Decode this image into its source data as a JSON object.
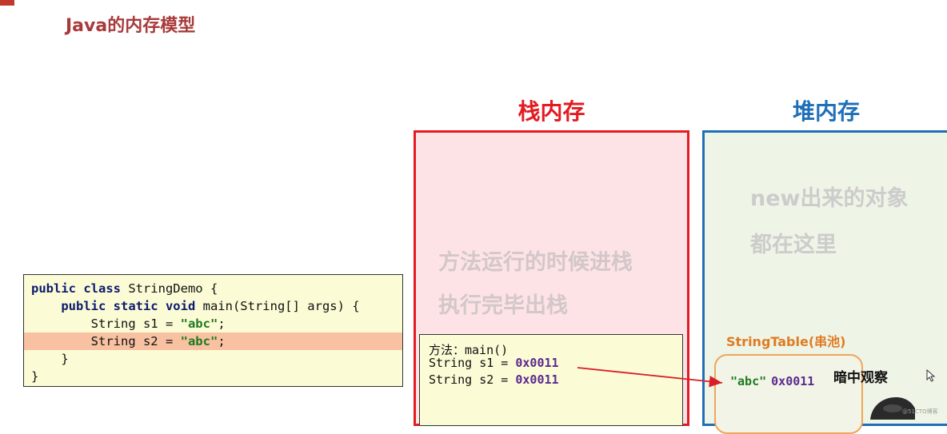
{
  "slide": {
    "title": "Java的内存模型"
  },
  "code": {
    "lines": [
      {
        "kw": "public class",
        "rest": " StringDemo {",
        "indent": ""
      },
      {
        "kw": "public static void",
        "rest": " main(String[] args) {",
        "indent": "    "
      },
      {
        "pre": "String s1 = ",
        "str": "\"abc\"",
        "post": ";",
        "indent": "        "
      },
      {
        "pre": "String s2 = ",
        "str": "\"abc\"",
        "post": ";",
        "indent": "        "
      },
      {
        "text": "}",
        "indent": "    "
      },
      {
        "text": "}",
        "indent": ""
      }
    ]
  },
  "stack": {
    "title": "栈内存",
    "desc_line1": "方法运行的时候进栈",
    "desc_line2": "执行完毕出栈",
    "method": {
      "header": "方法：main()",
      "s1_prefix": "String s1 = ",
      "s1_addr": "0x0011",
      "s2_prefix": "String s2 = ",
      "s2_addr": "0x0011"
    }
  },
  "heap": {
    "title": "堆内存",
    "desc_line1": "new出来的对象",
    "desc_line2": "都在这里",
    "pool_label": "StringTable(串池)",
    "pool_value": "\"abc\"",
    "pool_addr": "0x0011"
  },
  "overlay": {
    "observe": "暗中观察",
    "watermark": "@51CTO博客"
  },
  "colors": {
    "stack_border": "#e31b23",
    "heap_border": "#1f6fb8",
    "pool_border": "#f0a55b",
    "arrow": "#d81e2a"
  }
}
